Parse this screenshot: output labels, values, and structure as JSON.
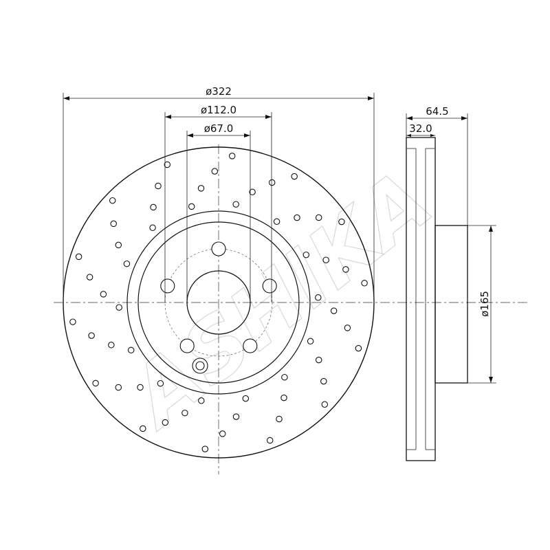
{
  "dimensions": {
    "outer_diameter": "ø322",
    "hub_diameter": "ø112.0",
    "bore_diameter": "ø67.0",
    "overall_height": "64.5",
    "thickness": "32.0",
    "hat_diameter": "ø165"
  },
  "watermark": "ASHIKA",
  "drawing": {
    "bolt_holes": 5,
    "drill_rows": 14,
    "holes_per_row": 4
  }
}
